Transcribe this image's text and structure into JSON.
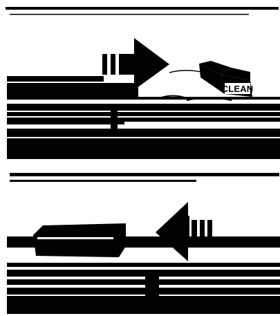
{
  "diagram": {
    "panels": [
      {
        "name": "top",
        "direction": "right",
        "box_label": "CLEAN"
      },
      {
        "name": "bottom",
        "direction": "left",
        "box_label": ""
      }
    ]
  }
}
